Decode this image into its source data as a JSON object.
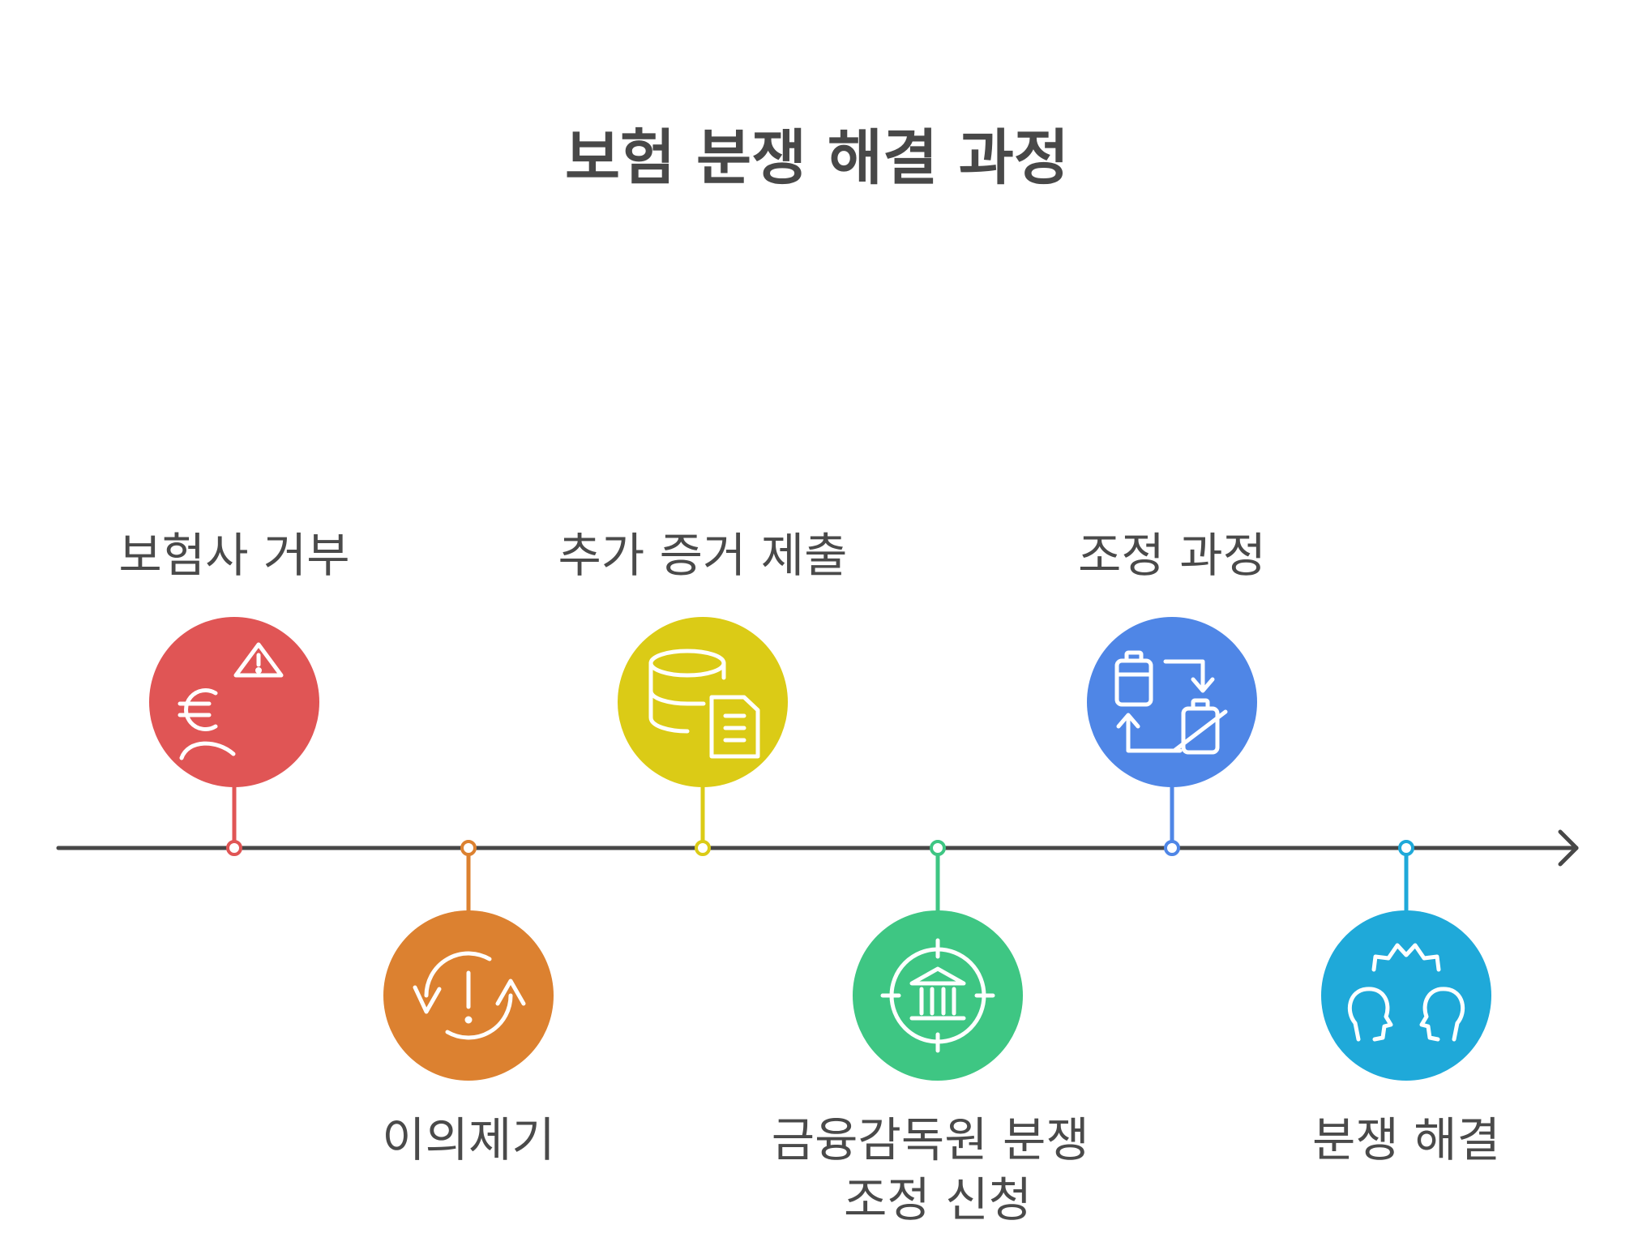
{
  "title": "보험 분쟁 해결 과정",
  "steps": [
    {
      "label": "보험사 거부",
      "color": "#e05555",
      "icon": "euro-person-warning-icon",
      "position": "above"
    },
    {
      "label": "이의제기",
      "color": "#dc8130",
      "icon": "refresh-alert-icon",
      "position": "below"
    },
    {
      "label": "추가 증거 제출",
      "color": "#dbcb16",
      "icon": "database-document-icon",
      "position": "above"
    },
    {
      "label_lines": [
        "금융감독원 분쟁",
        "조정 신청"
      ],
      "color": "#3ec683",
      "icon": "bank-target-icon",
      "position": "below"
    },
    {
      "label": "조정 과정",
      "color": "#4f86e6",
      "icon": "battery-swap-icon",
      "position": "above"
    },
    {
      "label": "분쟁 해결",
      "color": "#1fa9d9",
      "icon": "conflict-heads-icon",
      "position": "below"
    }
  ]
}
